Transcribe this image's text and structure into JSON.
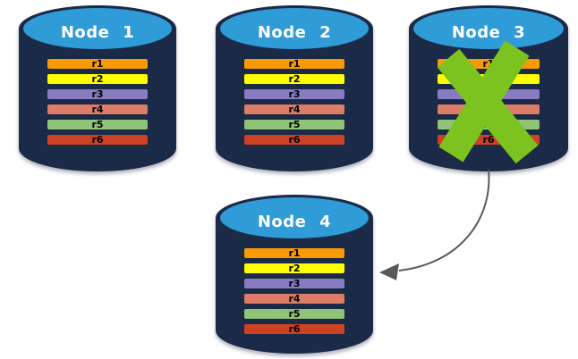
{
  "palette": {
    "background": "#FFFFFF",
    "cylinder_body": "#1A2A47",
    "cylinder_top": "#2F9BD7",
    "node_label_color": "#FFFFFF",
    "bar_border": "#1A2944",
    "bar_label_color": "#000000",
    "cross_color": "#7CC31F",
    "arrow_color": "#595959"
  },
  "nodes": [
    {
      "label": "Node 1",
      "failed": false,
      "rows": [
        {
          "label": "r1",
          "color": "#F89A06"
        },
        {
          "label": "r2",
          "color": "#FFFF00"
        },
        {
          "label": "r3",
          "color": "#877CC0"
        },
        {
          "label": "r4",
          "color": "#DD7D68"
        },
        {
          "label": "r5",
          "color": "#8FC377"
        },
        {
          "label": "r6",
          "color": "#CE4125"
        }
      ]
    },
    {
      "label": "Node 2",
      "failed": false,
      "rows": [
        {
          "label": "r1",
          "color": "#F89A06"
        },
        {
          "label": "r2",
          "color": "#FFFF00"
        },
        {
          "label": "r3",
          "color": "#877CC0"
        },
        {
          "label": "r4",
          "color": "#DD7D68"
        },
        {
          "label": "r5",
          "color": "#8FC377"
        },
        {
          "label": "r6",
          "color": "#CE4125"
        }
      ]
    },
    {
      "label": "Node 3",
      "failed": true,
      "rows": [
        {
          "label": "r1",
          "color": "#F89A06"
        },
        {
          "label": "r2",
          "color": "#FFFF00"
        },
        {
          "label": "r3",
          "color": "#877CC0"
        },
        {
          "label": "r4",
          "color": "#DD7D68"
        },
        {
          "label": "r5",
          "color": "#8FC377"
        },
        {
          "label": "r6",
          "color": "#CE4125"
        }
      ]
    },
    {
      "label": "Node 4",
      "failed": false,
      "rows": [
        {
          "label": "r1",
          "color": "#F89A06"
        },
        {
          "label": "r2",
          "color": "#FFFF00"
        },
        {
          "label": "r3",
          "color": "#877CC0"
        },
        {
          "label": "r4",
          "color": "#DD7D68"
        },
        {
          "label": "r5",
          "color": "#8FC377"
        },
        {
          "label": "r6",
          "color": "#CE4125"
        }
      ]
    }
  ]
}
